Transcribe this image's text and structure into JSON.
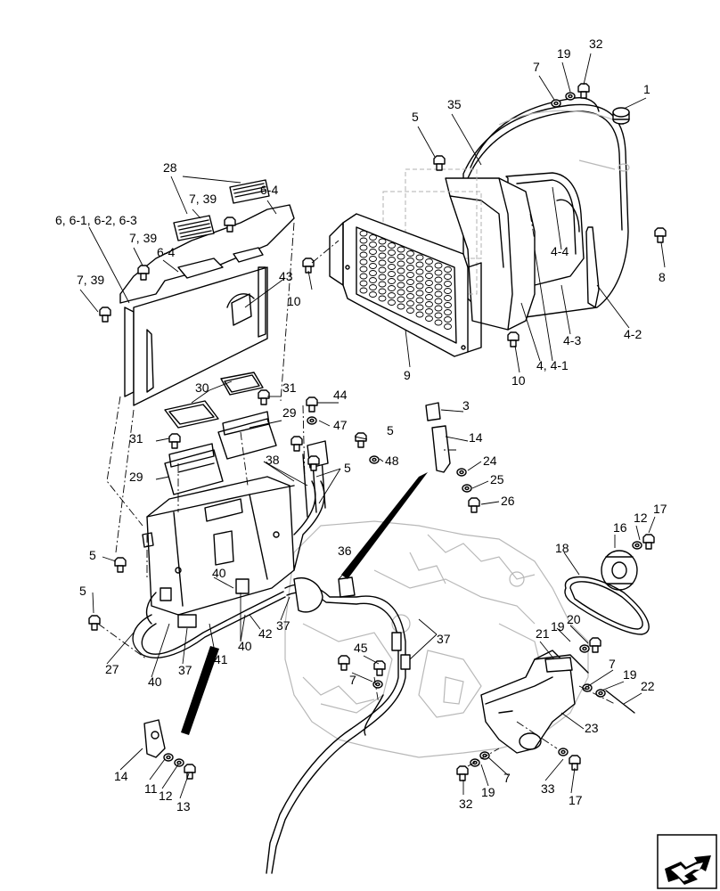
{
  "diagram": {
    "callouts": [
      {
        "id": "c1",
        "text": "1"
      },
      {
        "id": "c3",
        "text": "3"
      },
      {
        "id": "c4",
        "text": "4, 4-1"
      },
      {
        "id": "c4_2",
        "text": "4-2"
      },
      {
        "id": "c4_3",
        "text": "4-3"
      },
      {
        "id": "c4_4",
        "text": "4-4"
      },
      {
        "id": "c5a",
        "text": "5"
      },
      {
        "id": "c5b",
        "text": "5"
      },
      {
        "id": "c5c",
        "text": "5"
      },
      {
        "id": "c5d",
        "text": "5"
      },
      {
        "id": "c5e",
        "text": "5"
      },
      {
        "id": "c6",
        "text": "6, 6-1, 6-2, 6-3"
      },
      {
        "id": "c6_4a",
        "text": "6-4"
      },
      {
        "id": "c6_4b",
        "text": "6-4"
      },
      {
        "id": "c7a",
        "text": "7"
      },
      {
        "id": "c7b",
        "text": "7"
      },
      {
        "id": "c7c",
        "text": "7"
      },
      {
        "id": "c7d",
        "text": "7"
      },
      {
        "id": "c7_39a",
        "text": "7, 39"
      },
      {
        "id": "c7_39b",
        "text": "7, 39"
      },
      {
        "id": "c7_39c",
        "text": "7, 39"
      },
      {
        "id": "c8",
        "text": "8"
      },
      {
        "id": "c9",
        "text": "9"
      },
      {
        "id": "c10a",
        "text": "10"
      },
      {
        "id": "c10b",
        "text": "10"
      },
      {
        "id": "c11",
        "text": "11"
      },
      {
        "id": "c12a",
        "text": "12"
      },
      {
        "id": "c12b",
        "text": "12"
      },
      {
        "id": "c13",
        "text": "13"
      },
      {
        "id": "c14a",
        "text": "14"
      },
      {
        "id": "c14b",
        "text": "14"
      },
      {
        "id": "c16",
        "text": "16"
      },
      {
        "id": "c17a",
        "text": "17"
      },
      {
        "id": "c17b",
        "text": "17"
      },
      {
        "id": "c18",
        "text": "18"
      },
      {
        "id": "c19a",
        "text": "19"
      },
      {
        "id": "c19b",
        "text": "19"
      },
      {
        "id": "c19c",
        "text": "19"
      },
      {
        "id": "c19d",
        "text": "19"
      },
      {
        "id": "c20",
        "text": "20"
      },
      {
        "id": "c21",
        "text": "21"
      },
      {
        "id": "c22",
        "text": "22"
      },
      {
        "id": "c23",
        "text": "23"
      },
      {
        "id": "c24",
        "text": "24"
      },
      {
        "id": "c25",
        "text": "25"
      },
      {
        "id": "c26",
        "text": "26"
      },
      {
        "id": "c27",
        "text": "27"
      },
      {
        "id": "c28",
        "text": "28"
      },
      {
        "id": "c29a",
        "text": "29"
      },
      {
        "id": "c29b",
        "text": "29"
      },
      {
        "id": "c30",
        "text": "30"
      },
      {
        "id": "c31a",
        "text": "31"
      },
      {
        "id": "c31b",
        "text": "31"
      },
      {
        "id": "c32a",
        "text": "32"
      },
      {
        "id": "c32b",
        "text": "32"
      },
      {
        "id": "c33",
        "text": "33"
      },
      {
        "id": "c35",
        "text": "35"
      },
      {
        "id": "c36",
        "text": "36"
      },
      {
        "id": "c37a",
        "text": "37"
      },
      {
        "id": "c37b",
        "text": "37"
      },
      {
        "id": "c37c",
        "text": "37"
      },
      {
        "id": "c38",
        "text": "38"
      },
      {
        "id": "c40a",
        "text": "40"
      },
      {
        "id": "c40b",
        "text": "40"
      },
      {
        "id": "c40c",
        "text": "40"
      },
      {
        "id": "c41",
        "text": "41"
      },
      {
        "id": "c42",
        "text": "42"
      },
      {
        "id": "c43",
        "text": "43"
      },
      {
        "id": "c44",
        "text": "44"
      },
      {
        "id": "c45",
        "text": "45"
      },
      {
        "id": "c47",
        "text": "47"
      },
      {
        "id": "c48",
        "text": "48"
      }
    ]
  },
  "nav": {
    "icon": "next-page-arrow-icon"
  }
}
